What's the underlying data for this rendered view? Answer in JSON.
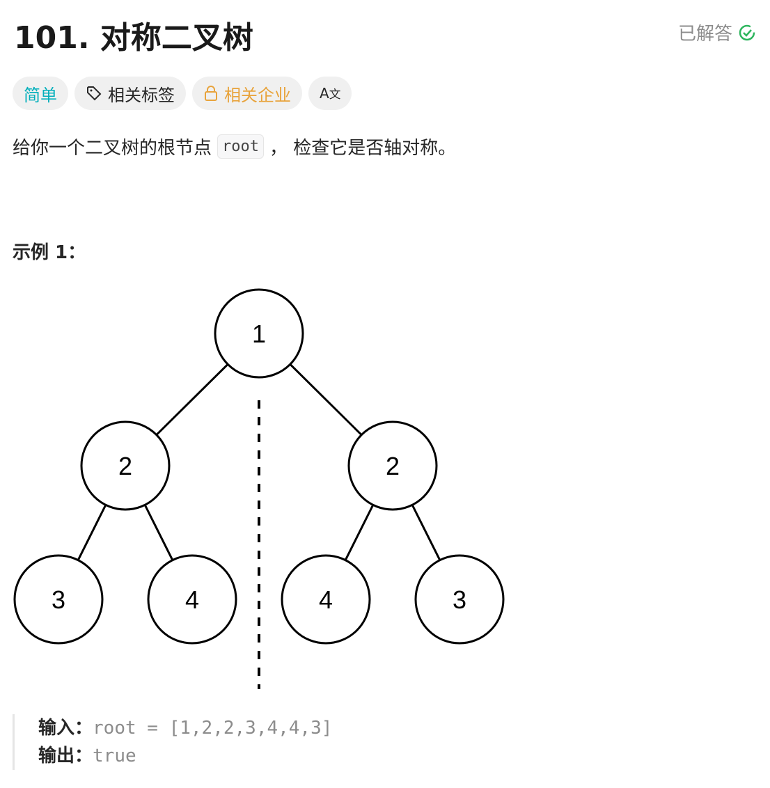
{
  "header": {
    "title": "101. 对称二叉树",
    "status": "已解答"
  },
  "tags": {
    "difficulty": "简单",
    "topics": "相关标签",
    "companies": "相关企业"
  },
  "description": {
    "before": "给你一个二叉树的根节点",
    "code": "root",
    "after": "， 检查它是否轴对称。"
  },
  "example": {
    "title": "示例 1：",
    "input_label": "输入：",
    "input_value": "root = [1,2,2,3,4,4,3]",
    "output_label": "输出：",
    "output_value": "true"
  },
  "tree": {
    "nodes": [
      "1",
      "2",
      "2",
      "3",
      "4",
      "4",
      "3"
    ]
  }
}
